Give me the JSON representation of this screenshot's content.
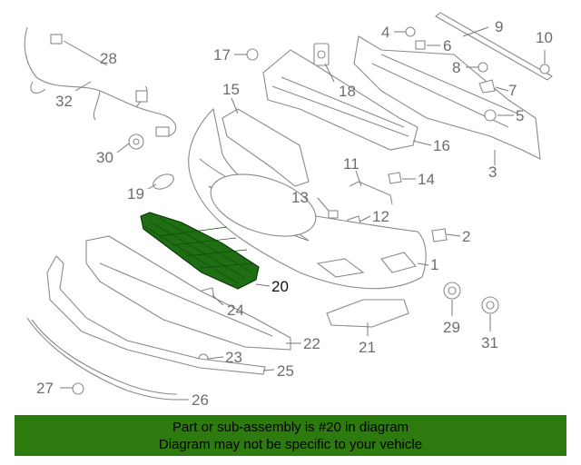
{
  "callouts": {
    "c1": "1",
    "c2": "2",
    "c3": "3",
    "c4": "4",
    "c5": "5",
    "c6": "6",
    "c7": "7",
    "c8": "8",
    "c9": "9",
    "c10": "10",
    "c11": "11",
    "c12": "12",
    "c13": "13",
    "c14": "14",
    "c15": "15",
    "c16": "16",
    "c17": "17",
    "c18": "18",
    "c19": "19",
    "c20": "20",
    "c21": "21",
    "c22": "22",
    "c23": "23",
    "c24": "24",
    "c25": "25",
    "c26": "26",
    "c27": "27",
    "c28": "28",
    "c29": "29",
    "c30": "30",
    "c31": "31",
    "c32": "32"
  },
  "highlighted_part": "20",
  "colors": {
    "highlight": "#1f6e14",
    "banner": "#2d7a0f",
    "line": "#8a8a8a"
  },
  "banner": {
    "line1": "Part or sub-assembly is #20 in diagram",
    "line2": "Diagram may not be specific to your vehicle"
  }
}
